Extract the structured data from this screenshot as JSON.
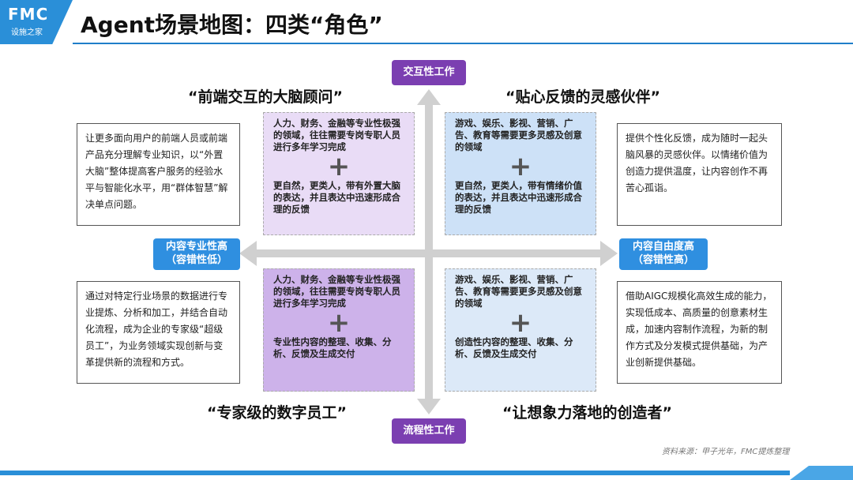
{
  "logo": {
    "brand": "FMC",
    "sub": "设施之家"
  },
  "title": "Agent场景地图：四类“角色”",
  "axes": {
    "top": "交互性工作",
    "bottom": "流程性工作",
    "left_line1": "内容专业性高",
    "left_line2": "（容错性低）",
    "right_line1": "内容自由度高",
    "right_line2": "（容错性高）"
  },
  "headlines": {
    "top_left": "“前端交互的大脑顾问”",
    "top_right": "“贴心反馈的灵感伙伴”",
    "bottom_left": "“专家级的数字员工”",
    "bottom_right": "“让想象力落地的创造者”"
  },
  "quadrants": {
    "top_left": {
      "text1": "人力、财务、金融等专业性极强的领域，往往需要专岗专职人员进行多年学习完成",
      "plus": "+",
      "text2": "更自然，更类人，带有外置大脑的表达，并且表达中迅速形成合理的反馈"
    },
    "top_right": {
      "text1": "游戏、娱乐、影视、营销、广告、教育等需要更多灵感及创意的领域",
      "plus": "+",
      "text2": "更自然，更类人，带有情绪价值的表达，并且表达中迅速形成合理的反馈"
    },
    "bottom_left": {
      "text1": "人力、财务、金融等专业性极强的领域，往往需要专岗专职人员进行多年学习完成",
      "plus": "+",
      "text2": "专业性内容的整理、收集、分析、反馈及生成交付"
    },
    "bottom_right": {
      "text1": "游戏、娱乐、影视、营销、广告、教育等需要更多灵感及创意的领域",
      "plus": "+",
      "text2": "创造性内容的整理、收集、分析、反馈及生成交付"
    }
  },
  "side_boxes": {
    "top_left": "让更多面向用户的前端人员或前端产品充分理解专业知识，以“外置大脑”整体提高客户服务的经验水平与智能化水平，用“群体智慧”解决单点问题。",
    "top_right": "提供个性化反馈，成为随时一起头脑风暴的灵感伙伴。以情绪价值为创造力提供温度，让内容创作不再苦心孤诣。",
    "bottom_left": "通过对特定行业场景的数据进行专业提炼、分析和加工，并结合自动化流程，成为企业的专家级“超级员工”，为业务领域实现创新与变革提供新的流程和方式。",
    "bottom_right": "借助AIGC规模化高效生成的能力，实现低成本、高质量的创意素材生成，加速内容制作流程，为新的制作方式及分发模式提供基础，为产业创新提供基础。"
  },
  "source": "资料来源：甲子光年，FMC提炼整理",
  "colors": {
    "accent_blue": "#2a8fd8",
    "purple": "#7b3fb1",
    "axis_gray": "#d0d0d0"
  }
}
